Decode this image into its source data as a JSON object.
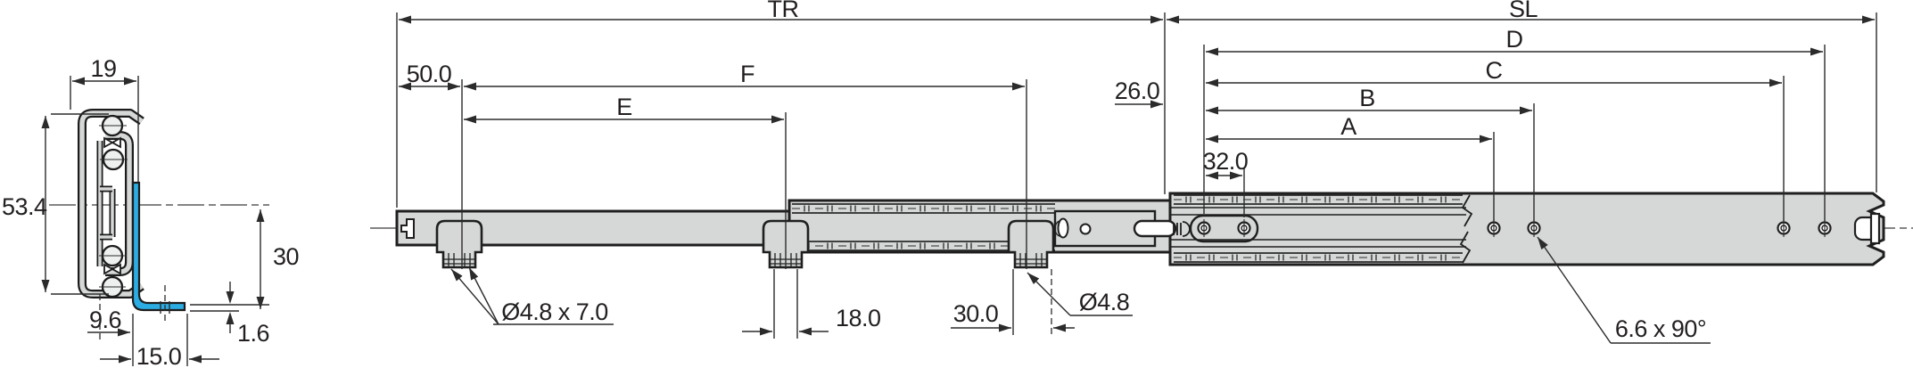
{
  "drawing": {
    "side_view": {
      "travel": "TR",
      "slide_length": "SL",
      "front_tab_offset": "50.0",
      "tab_span_f": "F",
      "tab_span_e": "E",
      "rear_hole_offset": "26.0",
      "hole_span_a": "A",
      "hole_span_b": "B",
      "hole_span_c": "C",
      "hole_span_d": "D",
      "hole_pitch": "32.0",
      "tab_prong_size": "Ø4.8 x 7.0",
      "prong_pitch_mid": "18.0",
      "prong_pitch_rear": "30.0",
      "prong_dia": "Ø4.8",
      "countersink": "6.6 x 90°"
    },
    "cross_section": {
      "width": "19",
      "height": "53.4",
      "bracket_below_center": "30",
      "web_to_bracket": "9.6",
      "bracket_thickness": "1.6",
      "bracket_leg": "15.0"
    }
  },
  "colors": {
    "bracket_accent": "#2bace2",
    "metal_fill": "#d5d8d6",
    "line": "#231f20"
  }
}
